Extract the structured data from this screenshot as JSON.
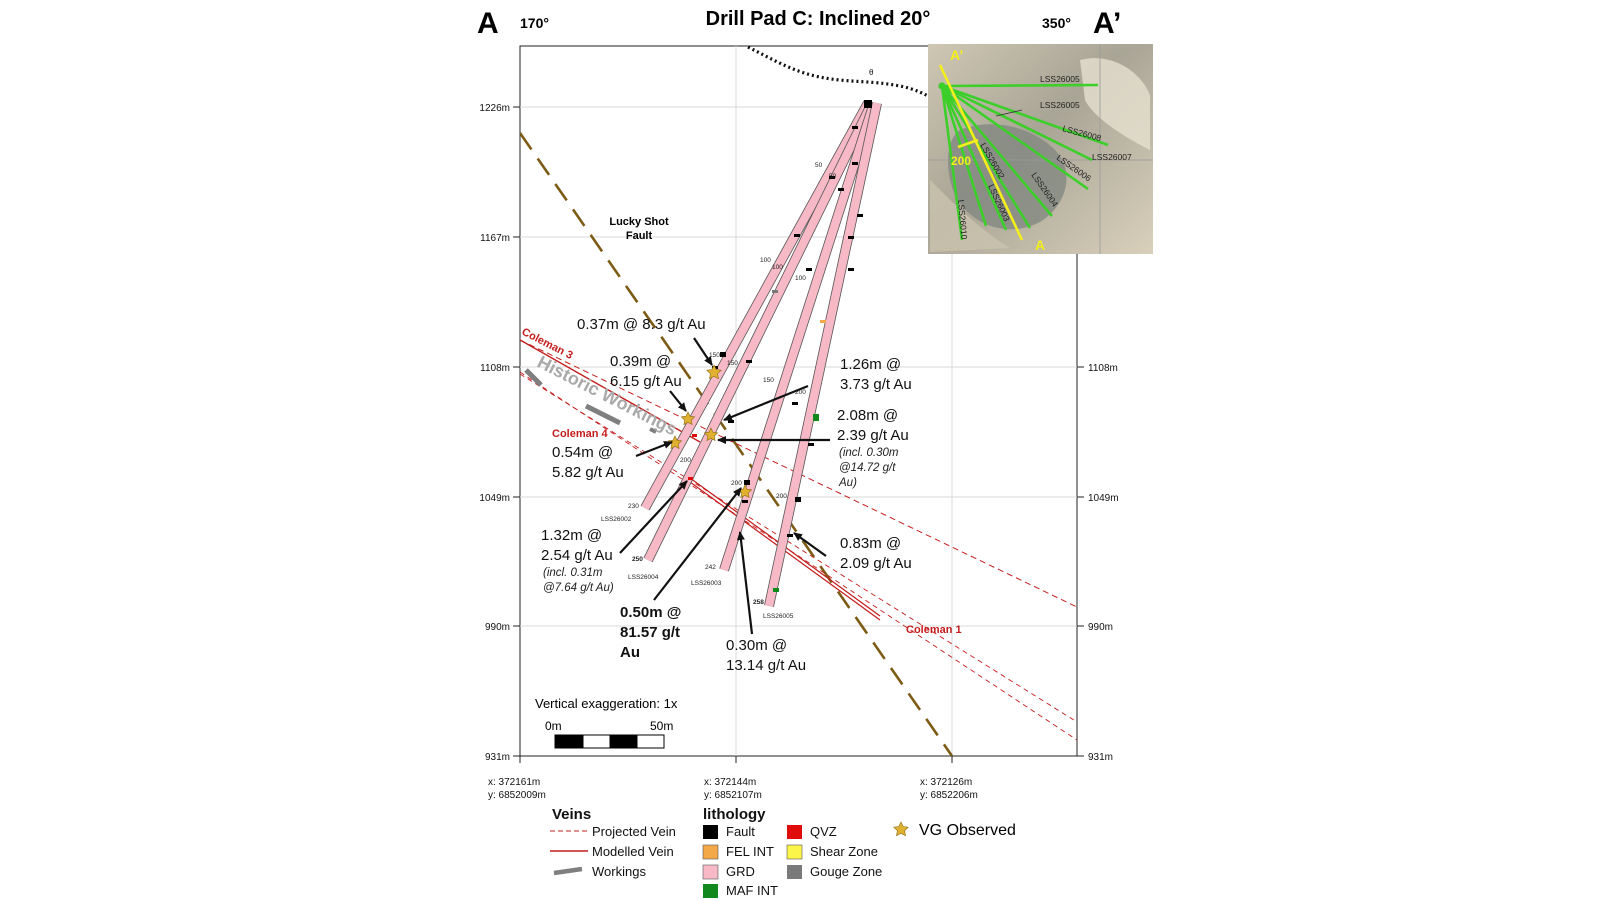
{
  "header": {
    "title": "Drill Pad C: Inclined 20°",
    "left_letter": "A",
    "right_letter": "A’",
    "left_bearing": "170°",
    "right_bearing": "350°"
  },
  "axis": {
    "y_ticks": [
      "1226m",
      "1167m",
      "1108m",
      "1049m",
      "990m",
      "931m"
    ],
    "x_coords": [
      {
        "x": "x: 372161m",
        "y": "y: 6852009m"
      },
      {
        "x": "x: 372144m",
        "y": "y: 6852107m"
      },
      {
        "x": "x: 372126m",
        "y": "y: 6852206m"
      }
    ]
  },
  "features": {
    "fault_label_1": "Lucky Shot",
    "fault_label_2": "Fault",
    "coleman3": "Coleman 3",
    "coleman4": "Coleman 4",
    "coleman1": "Coleman 1",
    "historic": "Historic Workings"
  },
  "holes": [
    {
      "name": "LSS26002",
      "end": "230"
    },
    {
      "name": "LSS26004",
      "end": "250"
    },
    {
      "name": "LSS26003",
      "end": "242"
    },
    {
      "name": "LSS26005",
      "end": "258"
    }
  ],
  "hole_ticks": [
    "50",
    "50",
    "100",
    "100",
    "100",
    "150",
    "150",
    "150",
    "200",
    "200",
    "200"
  ],
  "intercepts": {
    "i1": {
      "line1": "0.37m @ 8.3 g/t Au"
    },
    "i2": {
      "line1": "0.39m @",
      "line2": "6.15 g/t Au"
    },
    "i3": {
      "line1": "1.26m @",
      "line2": "3.73 g/t Au"
    },
    "i4": {
      "line1": "2.08m @",
      "line2": "2.39 g/t Au",
      "note1": "(incl. 0.30m",
      "note2": "@14.72 g/t",
      "note3": "Au)"
    },
    "i5": {
      "line1": "0.54m @",
      "line2": "5.82 g/t Au"
    },
    "i6": {
      "line1": "1.32m @",
      "line2": "2.54 g/t Au",
      "note1": "(incl. 0.31m",
      "note2": "@7.64 g/t Au)"
    },
    "i7": {
      "line1": "0.83m @",
      "line2": "2.09 g/t Au"
    },
    "i8": {
      "line1": "0.50m @",
      "line2": "81.57 g/t",
      "line3": "Au"
    },
    "i9": {
      "line1": "0.30m @",
      "line2": "13.14 g/t Au"
    }
  },
  "scale": {
    "exaggeration": "Vertical exaggeration: 1x",
    "zero": "0m",
    "fifty": "50m"
  },
  "inset": {
    "holes": [
      "LSS26005",
      "LSS26005",
      "LSS26008",
      "LSS26007",
      "LSS26006",
      "LSS26004",
      "LSS26002",
      "LSS26003",
      "LSS26010"
    ],
    "section_top": "A’",
    "section_bottom": "A",
    "distance": "200",
    "colors": {
      "hole": "#3ccf2a",
      "section": "#f4ee1a"
    }
  },
  "legend": {
    "veins_title": "Veins",
    "projected": "Projected Vein",
    "modelled": "Modelled Vein",
    "workings": "Workings",
    "litho_title": "lithology",
    "fault": "Fault",
    "felint": "FEL INT",
    "grd": "GRD",
    "mafint": "MAF INT",
    "qvz": "QVZ",
    "shear": "Shear Zone",
    "gouge": "Gouge Zone",
    "vg": "VG Observed",
    "colors": {
      "fault": "#000000",
      "felint": "#f4a948",
      "grd": "#f7b9c6",
      "mafint": "#12891d",
      "qvz": "#e00c0c",
      "shear": "#fbf54a",
      "gouge": "#7a7a7a",
      "vein": "#c51d1d",
      "lucky_shot_fault": "#7d5b14",
      "star": "#e0b030"
    }
  }
}
